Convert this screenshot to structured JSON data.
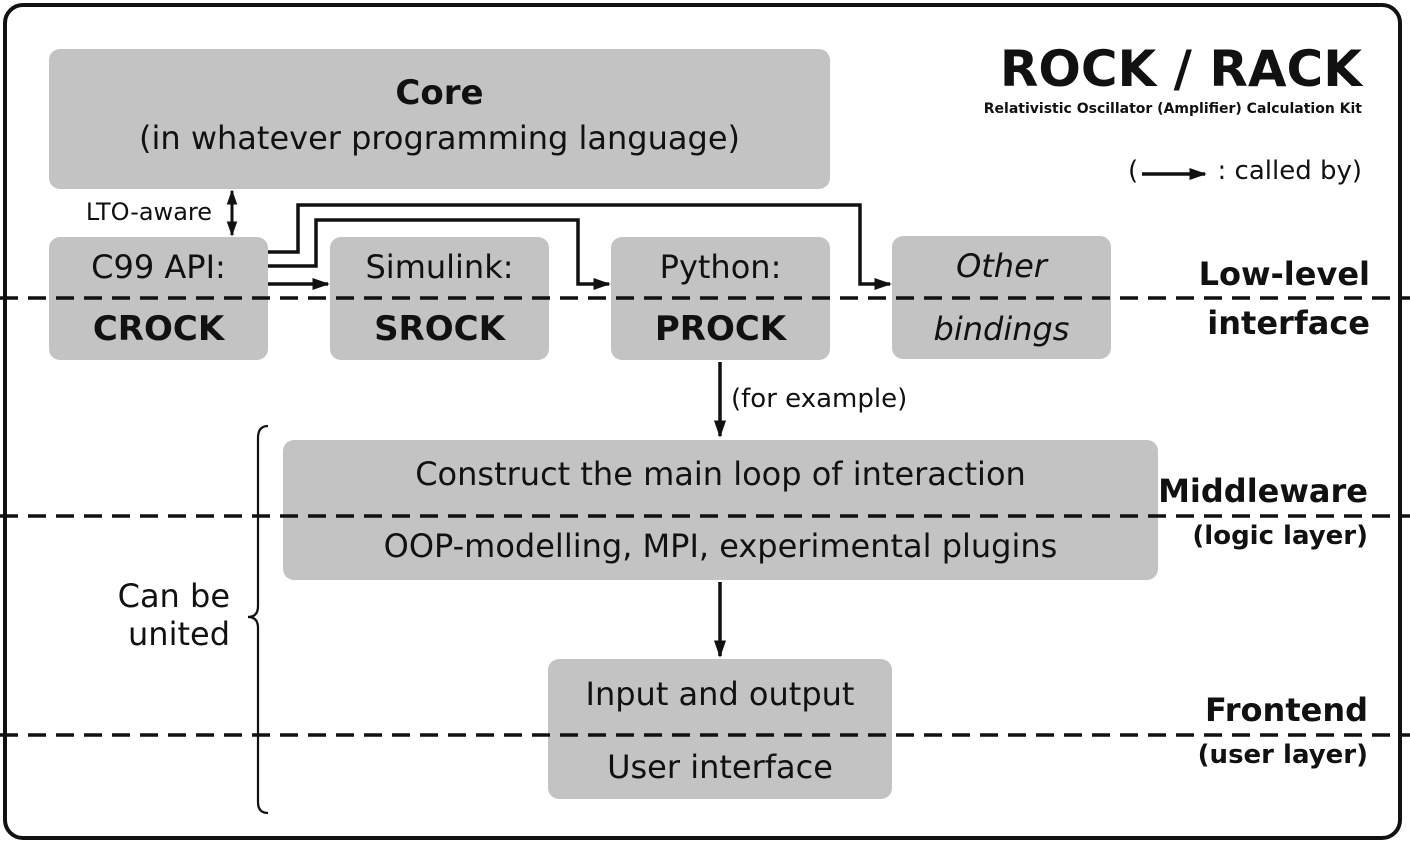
{
  "title": "ROCK / RACK",
  "subtitle": "Relativistic Oscillator (Amplifier) Calculation Kit",
  "legend": {
    "open": "(",
    "label": ": called by)"
  },
  "core": {
    "title": "Core",
    "subtitle": "(in whatever programming language)"
  },
  "lto_label": "LTO-aware",
  "bindings": [
    {
      "top": "C99 API:",
      "bottom": "CROCK"
    },
    {
      "top": "Simulink:",
      "bottom": "SROCK"
    },
    {
      "top": "Python:",
      "bottom": "PROCK"
    },
    {
      "top": "Other",
      "bottom": "bindings"
    }
  ],
  "example_label": "(for example)",
  "middleware": {
    "top": "Construct the main loop of interaction",
    "bottom": "OOP-modelling, MPI, experimental plugins"
  },
  "frontend": {
    "top": "Input and output",
    "bottom": "User interface"
  },
  "united_label": {
    "line1": "Can be",
    "line2": "united"
  },
  "layers": {
    "low_level": {
      "name": "Low-level",
      "sub": "interface"
    },
    "middleware": {
      "name": "Middleware",
      "sub": "(logic layer)"
    },
    "frontend": {
      "name": "Frontend",
      "sub": "(user layer)"
    }
  }
}
